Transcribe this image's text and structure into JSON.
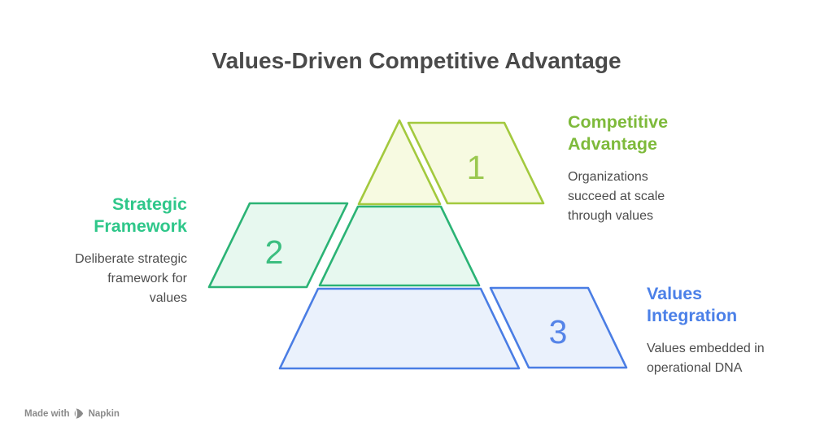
{
  "title": {
    "text": "Values-Driven Competitive Advantage",
    "color": "#4a4a4a"
  },
  "pyramid": {
    "levels": [
      {
        "number": "1",
        "fill": "#f7fae1",
        "stroke": "#a3c93e",
        "number_color": "#9ac84f"
      },
      {
        "number": "2",
        "fill": "#e7f8ef",
        "stroke": "#2bb375",
        "number_color": "#3cbe80"
      },
      {
        "number": "3",
        "fill": "#eaf1fc",
        "stroke": "#4a7de4",
        "number_color": "#5584e8"
      }
    ]
  },
  "labels": [
    {
      "heading_lines": [
        "Competitive",
        "Advantage"
      ],
      "body_lines": [
        "Organizations",
        "succeed at scale",
        "through values"
      ],
      "heading_color": "#7eba3b",
      "body_color": "#4d4d4d"
    },
    {
      "heading_lines": [
        "Strategic",
        "Framework"
      ],
      "body_lines": [
        "Deliberate strategic",
        "framework for",
        "values"
      ],
      "heading_color": "#2fc78a",
      "body_color": "#4d4d4d"
    },
    {
      "heading_lines": [
        "Values",
        "Integration"
      ],
      "body_lines": [
        "Values embedded in",
        "operational DNA"
      ],
      "heading_color": "#4b80e8",
      "body_color": "#4d4d4d"
    }
  ],
  "footer": {
    "made_with": "Made with",
    "brand": "Napkin",
    "color": "#8a8a8a"
  }
}
